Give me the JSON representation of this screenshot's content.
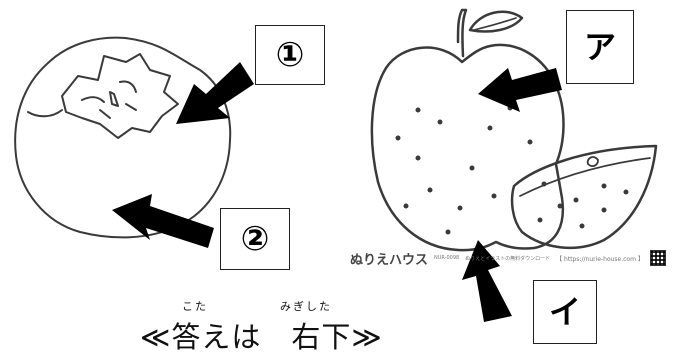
{
  "labels": {
    "one": "①",
    "two": "②",
    "a": "ア",
    "i": "イ"
  },
  "watermark": {
    "logo": "ぬりえハウス",
    "id": "NUR-0098",
    "text": "ぬりえとイラストの無料ダウンロード",
    "url": "【 https://nurie-house.com 】"
  },
  "answer": {
    "furigana_kotae": "こた",
    "furigana_migishita": "みぎした",
    "text": "≪答えは　右下≫"
  },
  "colors": {
    "line": "#3a3a3a",
    "arrow": "#000000",
    "background": "#ffffff"
  }
}
